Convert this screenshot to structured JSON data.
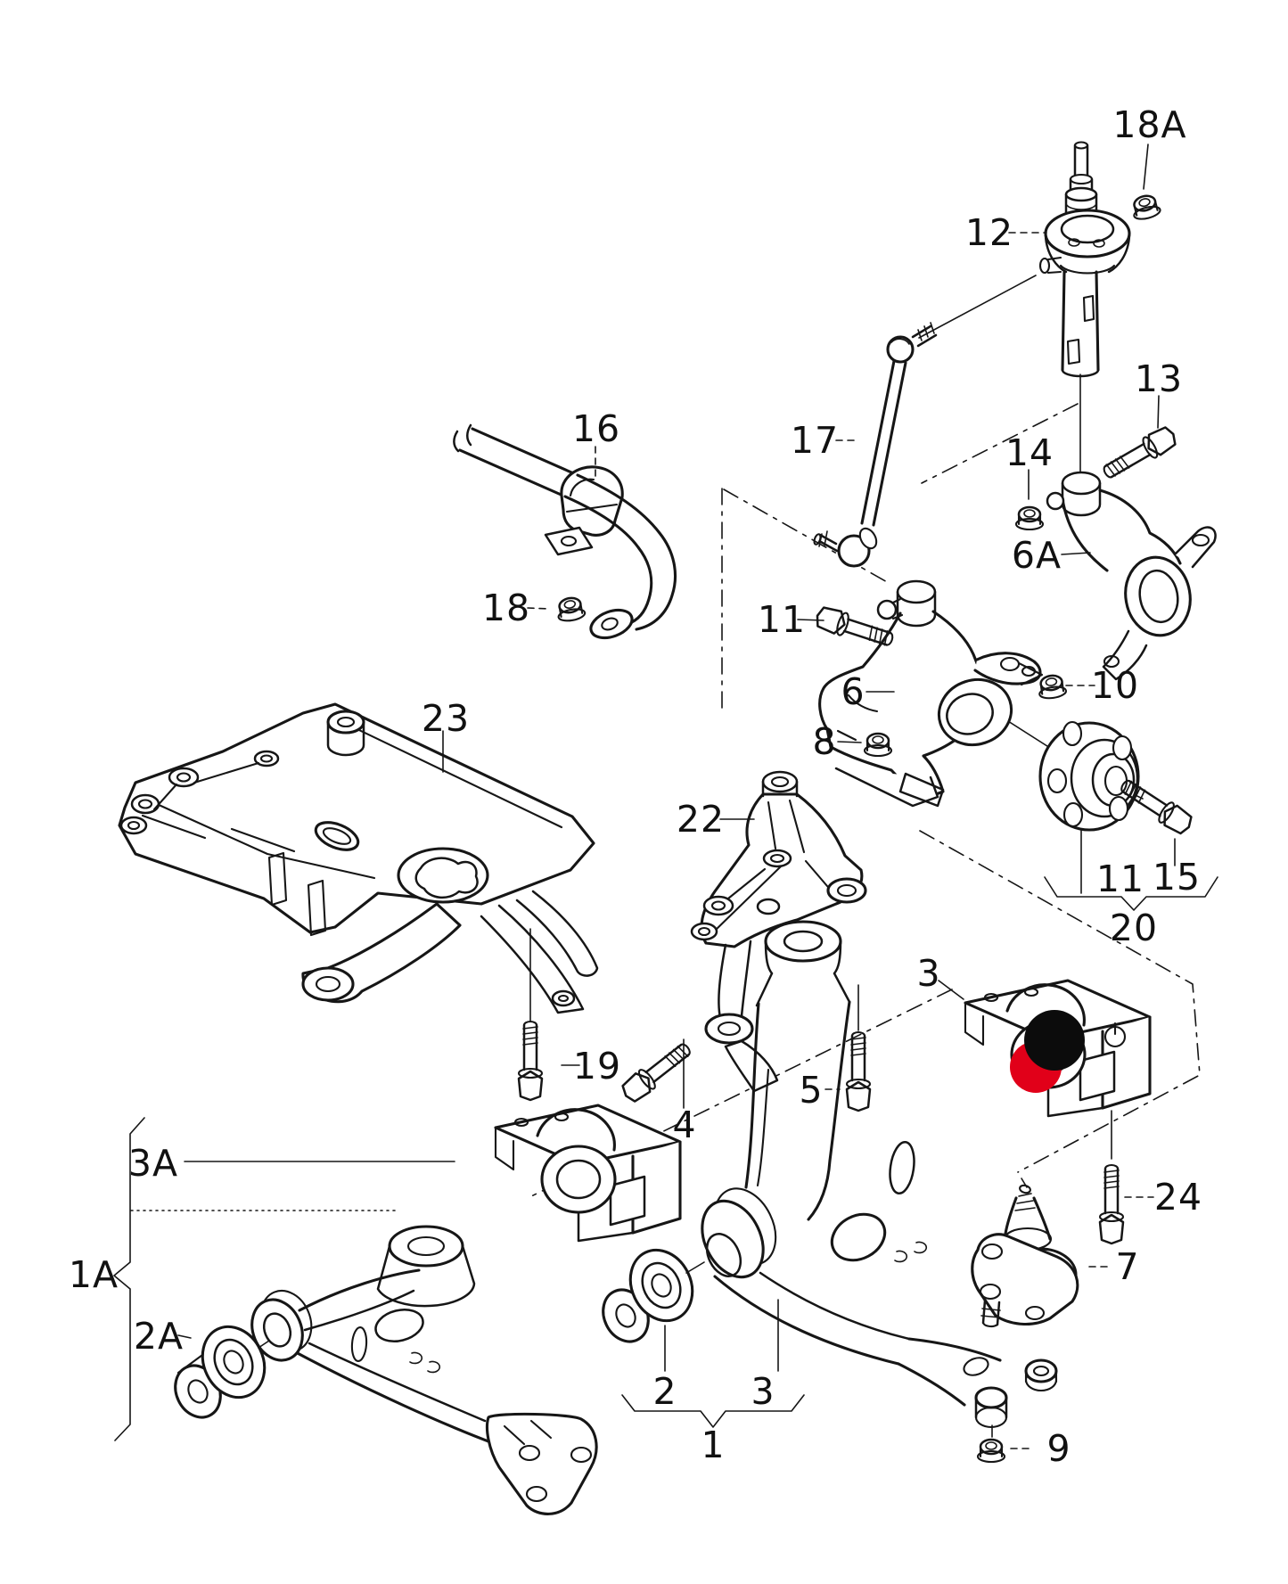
{
  "diagram": {
    "kind": "exploded-parts-line-diagram",
    "subject": "Front axle suspension: subframe, control arms, wheel bearing housings, stabilizer bar, struts and fasteners",
    "background_color": "#ffffff",
    "line_color": "#161616",
    "highlight": {
      "selected_part_label": "3",
      "black_marker_color": "#0c0c0c",
      "red_marker_color": "#e10019"
    },
    "callouts": [
      {
        "label": "18A"
      },
      {
        "label": "12"
      },
      {
        "label": "13"
      },
      {
        "label": "14"
      },
      {
        "label": "6A"
      },
      {
        "label": "16"
      },
      {
        "label": "17"
      },
      {
        "label": "18"
      },
      {
        "label": "11"
      },
      {
        "label": "6"
      },
      {
        "label": "8"
      },
      {
        "label": "10"
      },
      {
        "label": "23"
      },
      {
        "label": "22"
      },
      {
        "label": "19"
      },
      {
        "label": "4"
      },
      {
        "label": "5"
      },
      {
        "label": "3"
      },
      {
        "label": "11"
      },
      {
        "label": "15"
      },
      {
        "label": "20"
      },
      {
        "label": "24"
      },
      {
        "label": "7"
      },
      {
        "label": "3A"
      },
      {
        "label": "1A"
      },
      {
        "label": "2A"
      },
      {
        "label": "2"
      },
      {
        "label": "3"
      },
      {
        "label": "1"
      },
      {
        "label": "9"
      }
    ],
    "assembly_groups": [
      {
        "group_label": "20",
        "members": [
          "11",
          "15"
        ]
      },
      {
        "group_label": "1",
        "members": [
          "2",
          "3"
        ]
      },
      {
        "group_label": "1A",
        "members": [
          "2A",
          "3A"
        ]
      }
    ]
  }
}
